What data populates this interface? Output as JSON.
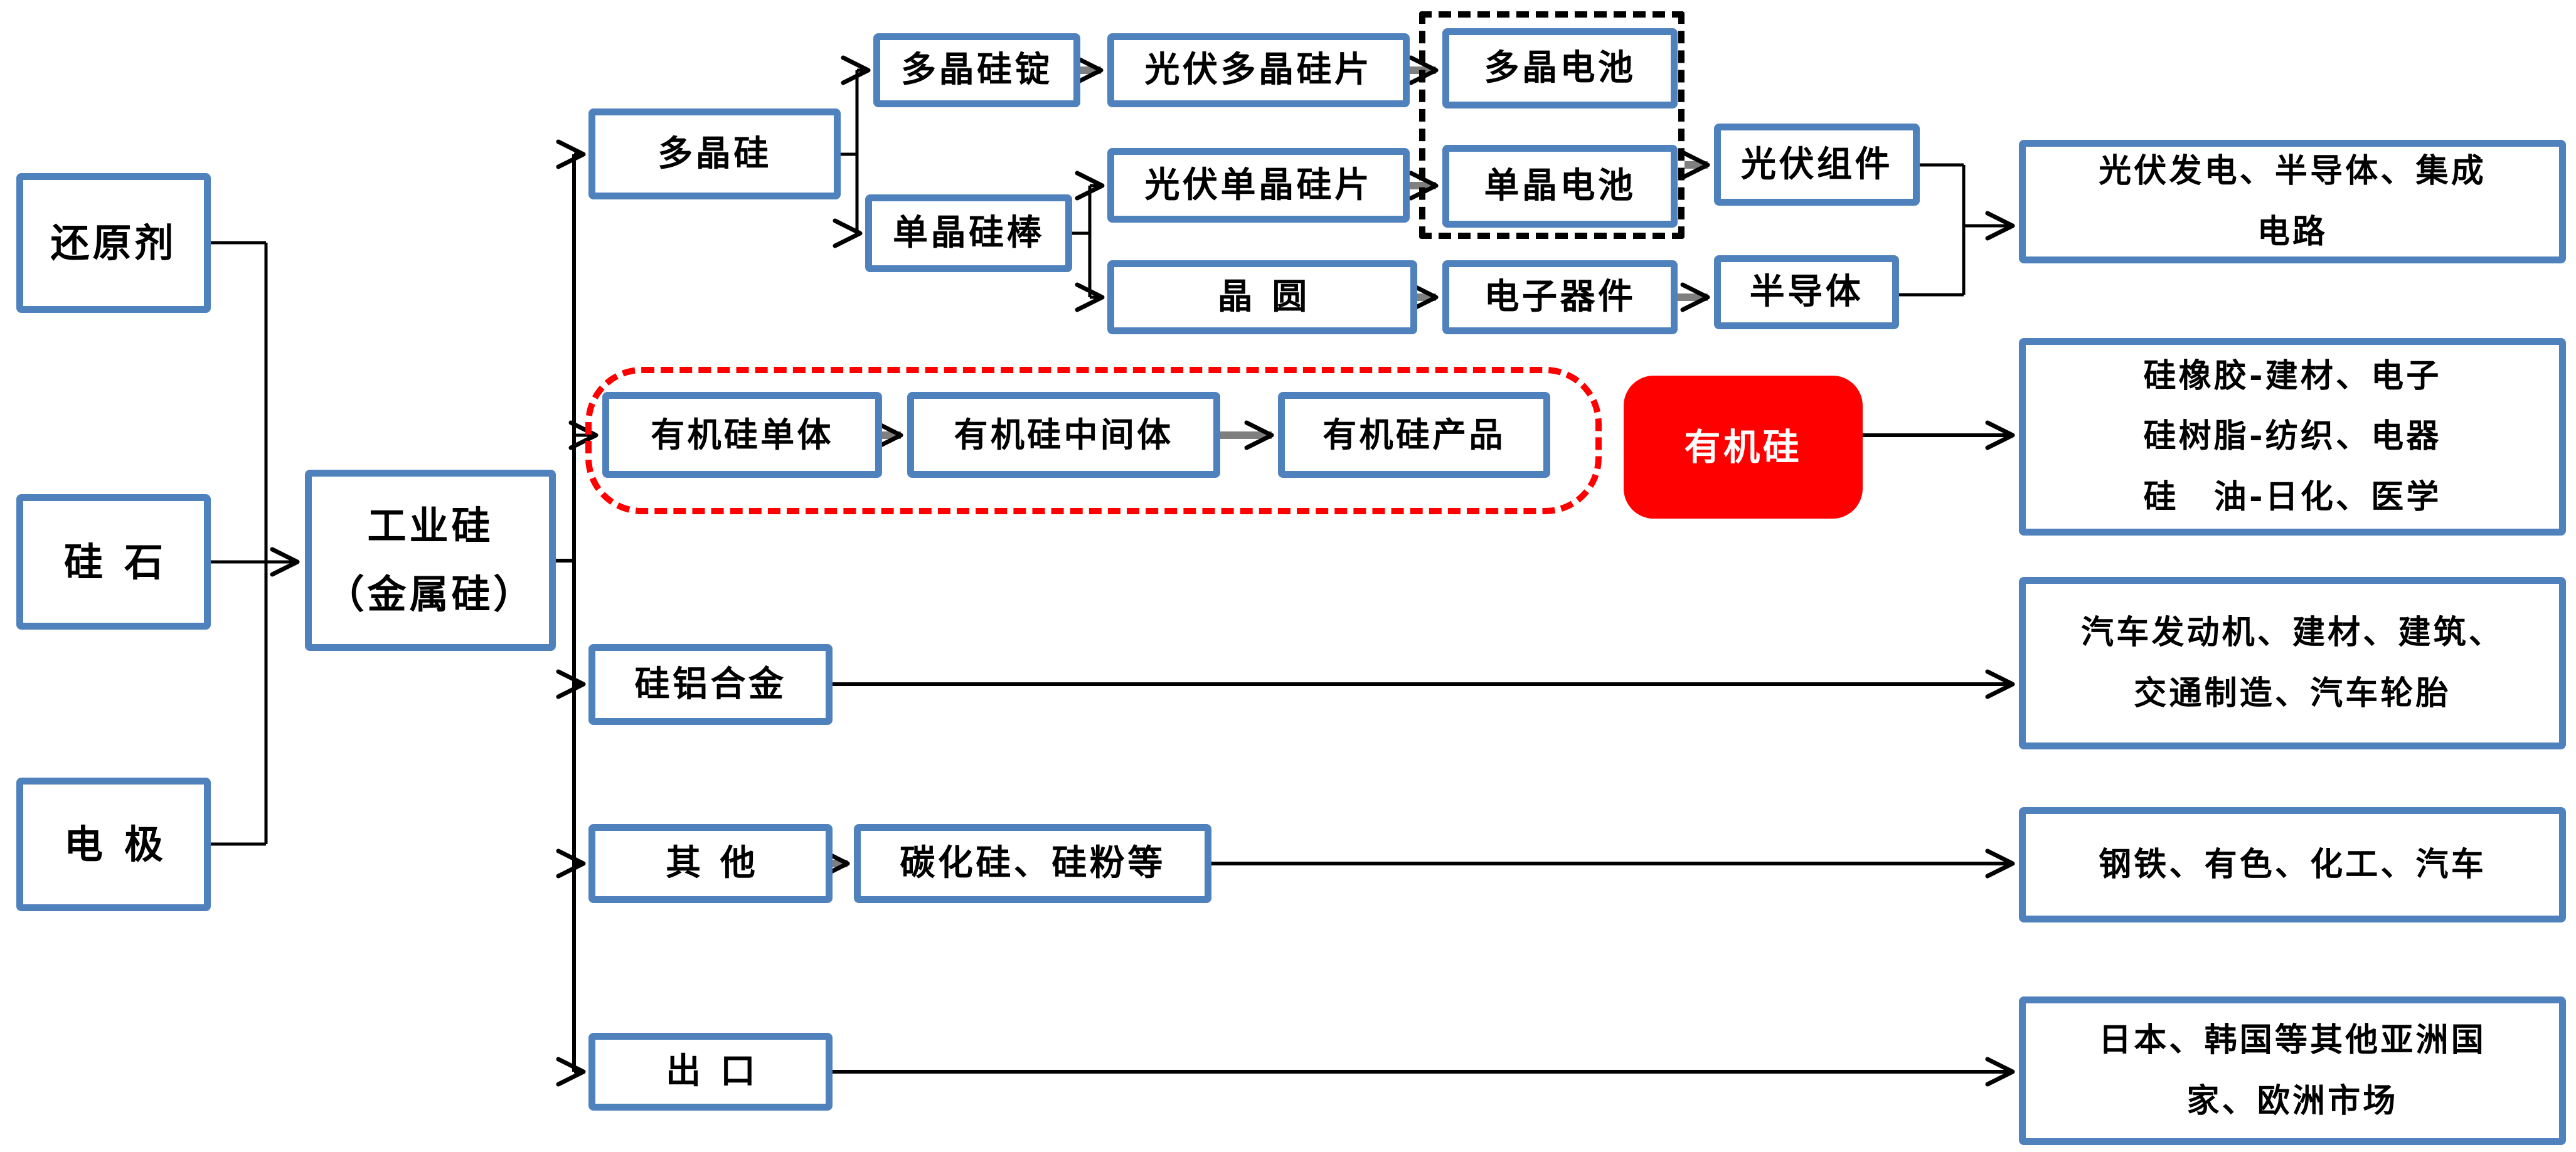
{
  "diagram": {
    "colors": {
      "box_border_blue": "#4F81BD",
      "accent_red": "#FF0000",
      "line_black": "#000000",
      "arrow_shaft_gray": "#7F7F7F"
    },
    "nodes": {
      "reducing_agent": {
        "label": "还原剂"
      },
      "silica": {
        "label": "硅石"
      },
      "electrode": {
        "label": "电极"
      },
      "industrial_silicon": {
        "label": "工业硅\n（金属硅）"
      },
      "polysilicon": {
        "label": "多晶硅"
      },
      "poly_ingot": {
        "label": "多晶硅锭"
      },
      "pv_poly_wafer": {
        "label": "光伏多晶硅片"
      },
      "poly_cell": {
        "label": "多晶电池"
      },
      "mono_rod": {
        "label": "单晶硅棒"
      },
      "pv_mono_wafer": {
        "label": "光伏单晶硅片"
      },
      "mono_cell": {
        "label": "单晶电池"
      },
      "wafer": {
        "label": "晶圆"
      },
      "electronic_devices": {
        "label": "电子器件"
      },
      "pv_module": {
        "label": "光伏组件"
      },
      "semiconductor": {
        "label": "半导体"
      },
      "pv_semiconductor_ic": {
        "label": "光伏发电、半导体、集成\n电路"
      },
      "silicone_monomer": {
        "label": "有机硅单体"
      },
      "silicone_intermediate": {
        "label": "有机硅中间体"
      },
      "silicone_products": {
        "label": "有机硅产品"
      },
      "organosilicon": {
        "label": "有机硅"
      },
      "silicone_applications": {
        "label": "硅橡胶-建材、电子\n硅树脂-纺织、电器\n硅　油-日化、医学"
      },
      "si_al_alloy": {
        "label": "硅铝合金"
      },
      "alloy_applications": {
        "label": "汽车发动机、建材、建筑、\n交通制造、汽车轮胎"
      },
      "other": {
        "label": "其他"
      },
      "sic_powder": {
        "label": "碳化硅、硅粉等"
      },
      "other_applications": {
        "label": "钢铁、有色、化工、汽车"
      },
      "export": {
        "label": "出口"
      },
      "export_markets": {
        "label": "日本、韩国等其他亚洲国\n家、欧洲市场"
      }
    }
  }
}
